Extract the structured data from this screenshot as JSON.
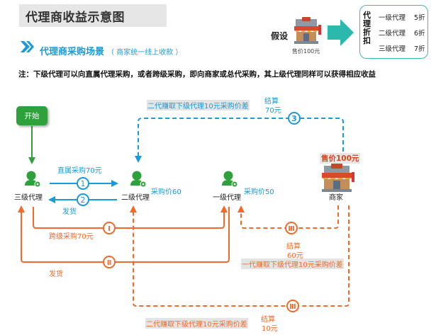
{
  "header": {
    "title": "代理商收益示意图",
    "scene_title": "代理商采购场景",
    "scene_subtitle": "（ 商家统一线上收款 ）",
    "note": "注：下级代理可以向直属代理采购，或者跨级采购，即向商家或总代采购，其上级代理同样可以获得相应收益"
  },
  "assumption": {
    "label": "假设",
    "store_price": "售价100元",
    "discount_title": "代理折扣",
    "discounts": [
      {
        "level": "一级代理",
        "rate": "5折"
      },
      {
        "level": "二级代理",
        "rate": "6折"
      },
      {
        "level": "三级代理",
        "rate": "7折"
      }
    ]
  },
  "colors": {
    "blue": "#1a9ad6",
    "orange": "#f26a2b",
    "green": "#2ea13c",
    "teal": "#2cb9ad"
  },
  "nodes": {
    "start": "开始",
    "level3": {
      "name": "三级代理"
    },
    "level2": {
      "name": "二级代理",
      "price": "采购价60"
    },
    "level1": {
      "name": "一级代理",
      "price": "采购价50"
    },
    "merchant": {
      "name": "商家",
      "price": "售价100元"
    }
  },
  "flows": {
    "step1": {
      "marker": "1",
      "label": "直属采购70元"
    },
    "step2": {
      "marker": "2",
      "label": "发货"
    },
    "step3": {
      "marker": "3",
      "settle_line1": "结算",
      "settle_line2": "70元",
      "note": "二代赚取下级代理10元采购价差"
    },
    "stepI": {
      "marker": "Ⅰ",
      "label": "跨级采购70元"
    },
    "stepII": {
      "marker": "Ⅱ",
      "label": "发货"
    },
    "stepIII_a": {
      "marker": "Ⅲ",
      "settle_line1": "结算",
      "settle_line2": "60元",
      "note": "一代赚取下级代理10元采购价差"
    },
    "stepIII_b": {
      "marker": "Ⅲ",
      "settle_line1": "结算",
      "settle_line2": "10元",
      "note": "二代赚取下级代理10元采购价差"
    }
  }
}
